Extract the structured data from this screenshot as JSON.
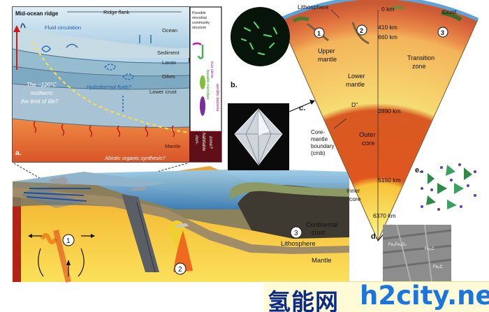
{
  "panel_a": {
    "title": "Mid-ocean ridge",
    "ridge_flank": "Ridge flank",
    "ocean": "Ocean",
    "sediment": "Sediment",
    "lavas": "Lavas",
    "dikes": "Dikes",
    "lower_crust": "Lower crust",
    "mantle": "Mantle",
    "fluid_circulation": "Fluid circulation",
    "hydrothermal": "Hydrothermal fluids?",
    "isotherm_1": "The ~120°C",
    "isotherm_2": "isotherm:",
    "isotherm_3": "the limit of life?",
    "abiotic": "Abiotic organic synthesis?",
    "label": "a.",
    "community_1": "Possible",
    "community_2": "microbial",
    "community_3": "community",
    "community_4": "structure",
    "nonhab_1": "non-",
    "nonhab_2": "habitable",
    "nonhab_3": "zone?",
    "side_1": "true slime",
    "side_2": "basaltic microbes",
    "side_3": "aerobic bacteria"
  },
  "panel_b": {
    "label": "b."
  },
  "panel_c": {
    "label": "c."
  },
  "panel_d": {
    "label": "d.",
    "tags": [
      "Fe₃Fe₂O₄",
      "Fe₃C",
      "Fe₃C"
    ]
  },
  "panel_e": {
    "label": "e."
  },
  "earth": {
    "lithosphere": "Lithosphere",
    "crust": "Crust",
    "d0": "0 km",
    "d410": "410 km",
    "d660": "660 km",
    "d2890": "2890 km",
    "d5150": "5150 km",
    "d6370": "6370 km",
    "upper_mantle_1": "Upper",
    "upper_mantle_2": "mantle",
    "transition_1": "Transition",
    "transition_2": "zone",
    "lower_mantle_1": "Lower",
    "lower_mantle_2": "mantle",
    "dpp": "D″",
    "outer_core_1": "Outer",
    "outer_core_2": "core",
    "inner_core_1": "Inner",
    "inner_core_2": "core",
    "cmb_1": "Core-",
    "cmb_2": "mantle",
    "cmb_3": "boundary",
    "cmb_4": "(cmb)",
    "marker_1": "1",
    "marker_2": "2",
    "marker_3": "3"
  },
  "block": {
    "continental_1": "Continental",
    "continental_2": "crust",
    "lithosphere": "Lithosphere",
    "mantle": "Mantle",
    "marker_1": "1",
    "marker_2": "2",
    "marker_3": "3"
  },
  "watermark": {
    "chinese": "氢能网",
    "domain": "h2city.net"
  }
}
